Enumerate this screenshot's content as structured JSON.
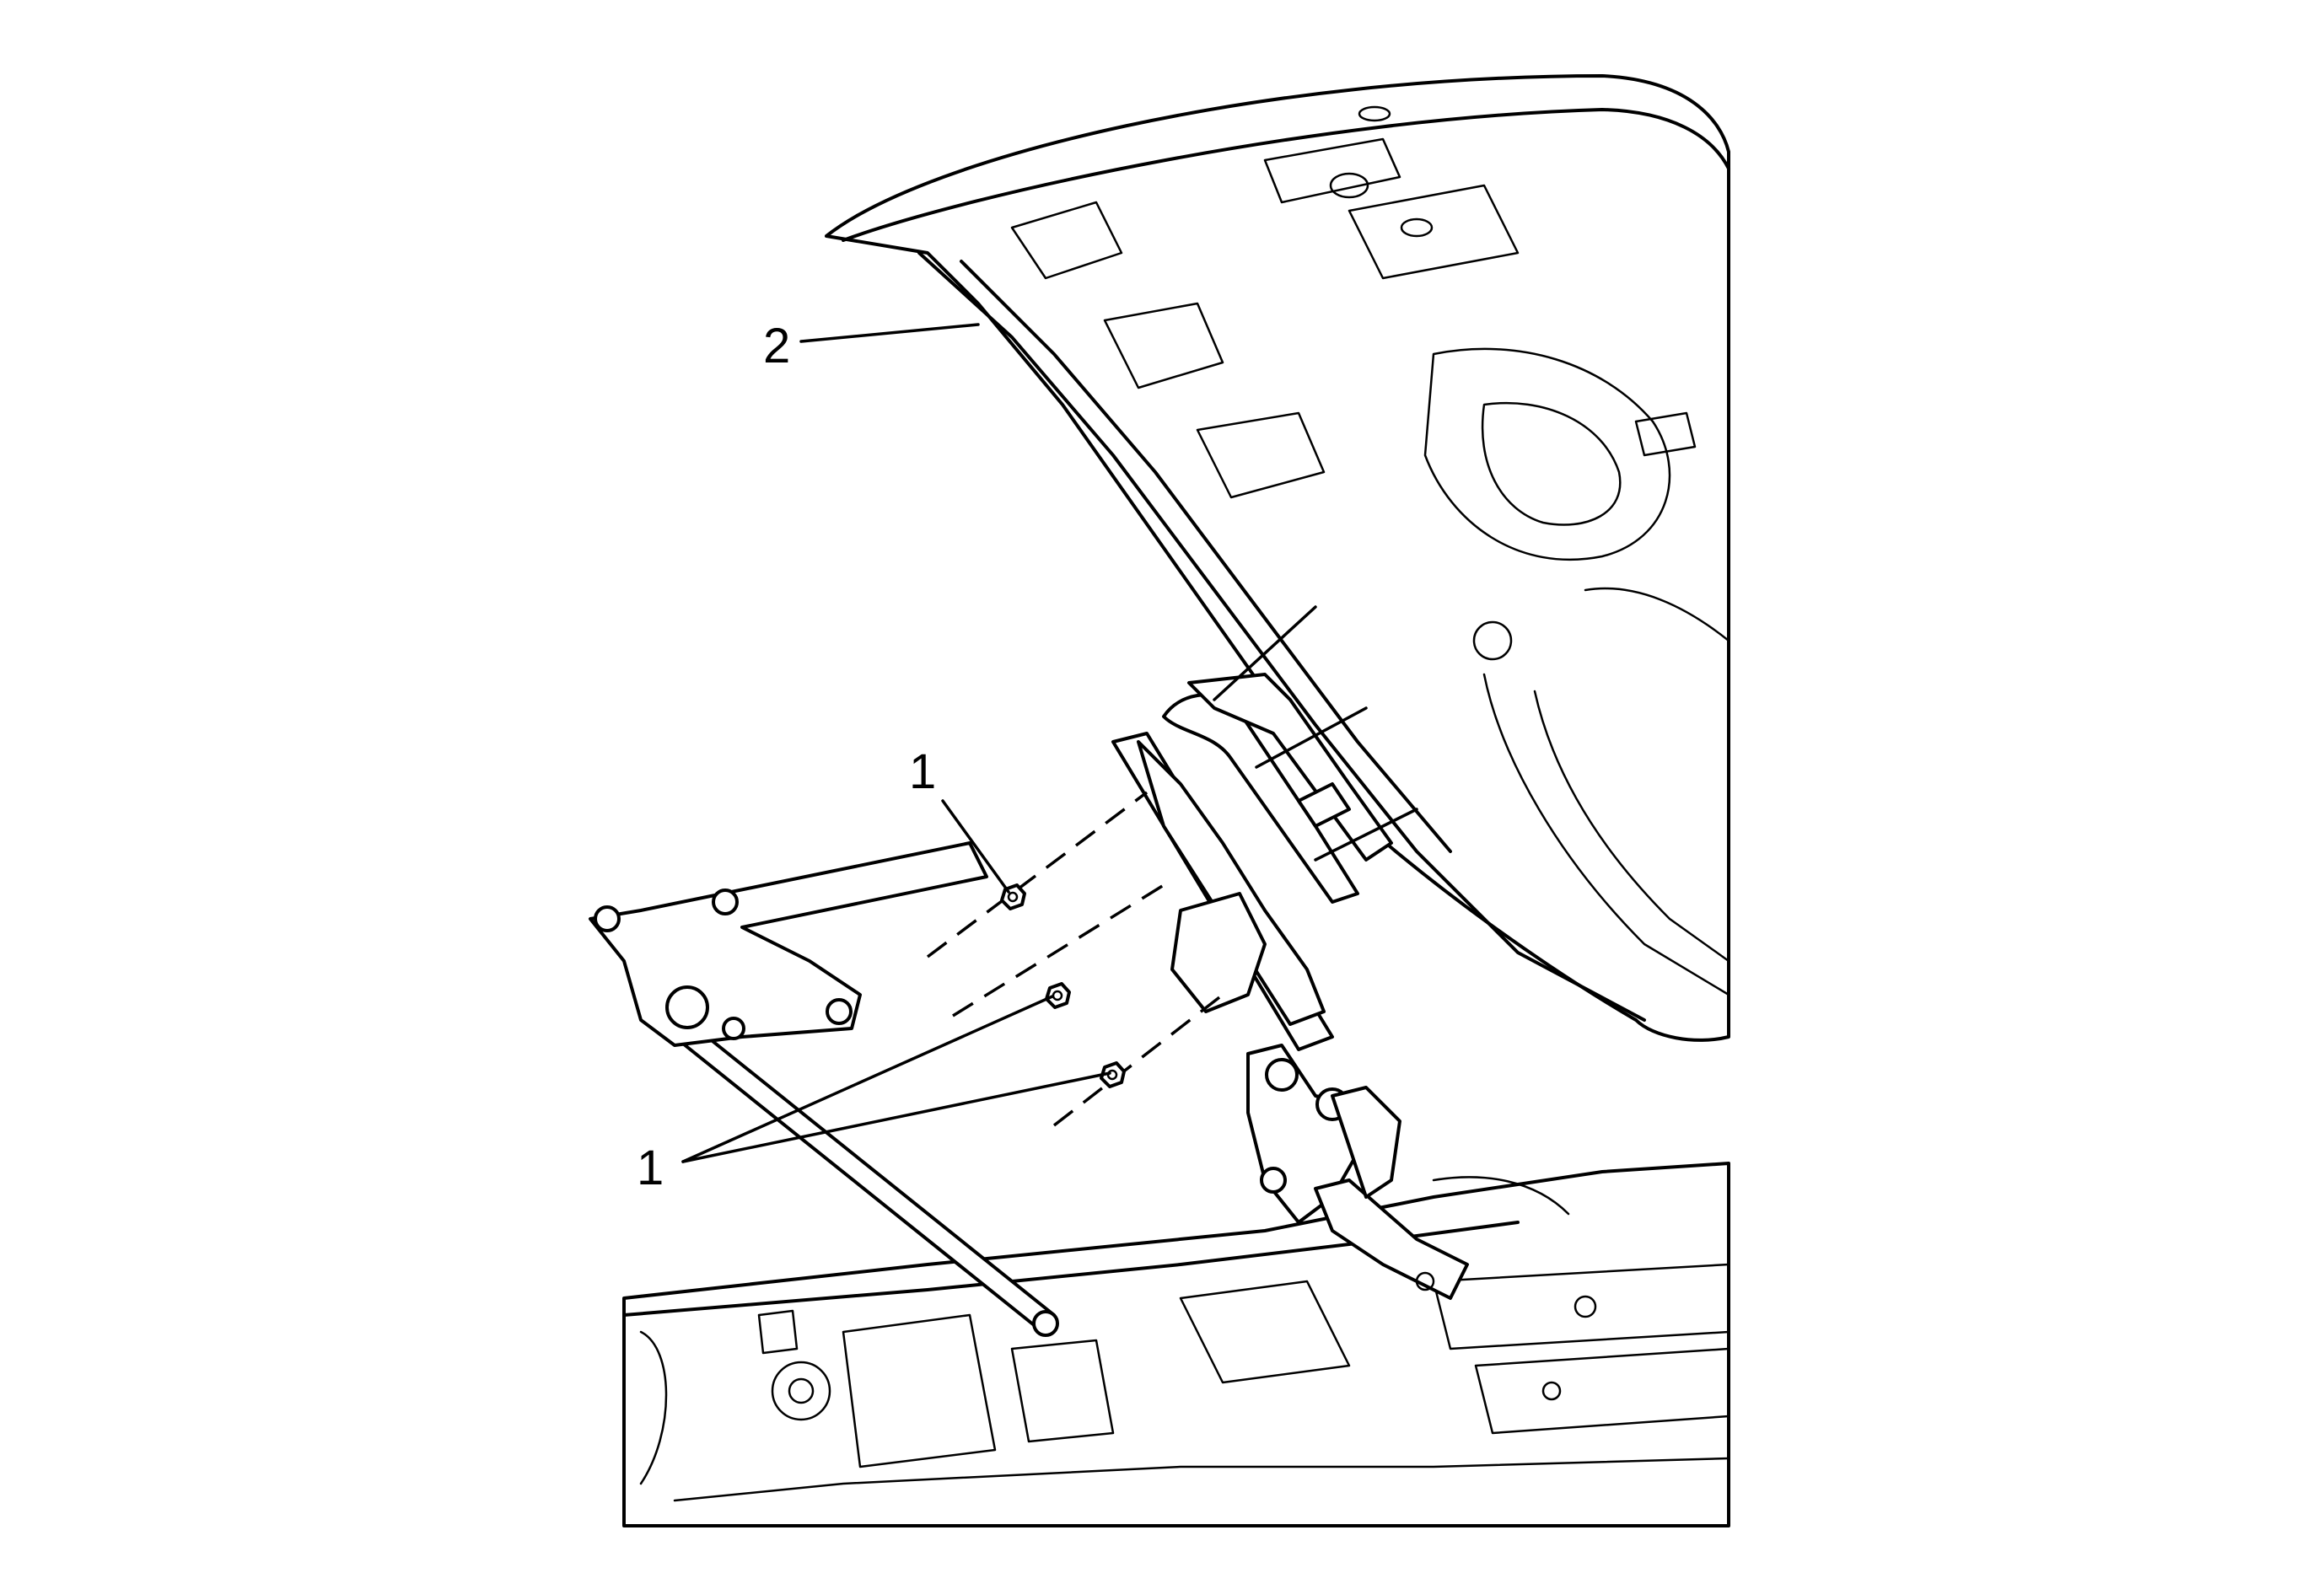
{
  "diagram": {
    "callouts": [
      {
        "id": "nut-top",
        "label": "1"
      },
      {
        "id": "liftgate",
        "label": "2"
      },
      {
        "id": "nuts-lower",
        "label": "1"
      }
    ],
    "icons": [
      "hinge-bracket-icon",
      "nut-icon",
      "lid-panel-icon"
    ],
    "line_color": "#000000",
    "background_color": "#ffffff"
  }
}
